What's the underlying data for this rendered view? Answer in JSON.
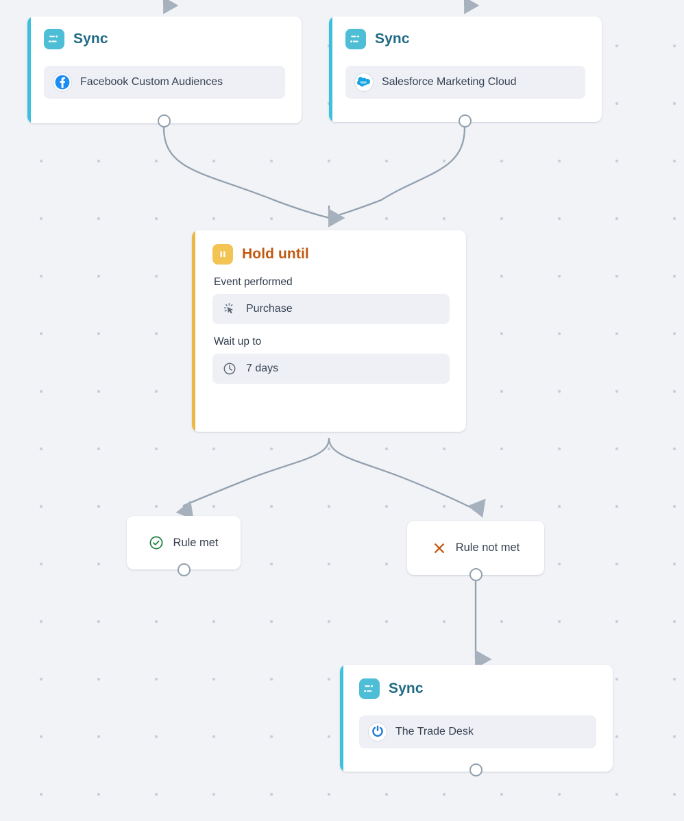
{
  "canvas": {
    "background_color": "#f1f3f7",
    "dot_color": "#c8d0dd",
    "edge_color": "#93a0ae"
  },
  "nodes": [
    {
      "id": "sync-facebook",
      "type": "sync",
      "title": "Sync",
      "accent_color": "#3cc0dd",
      "icon": "sliders-icon",
      "destination": {
        "label": "Facebook Custom Audiences",
        "icon": "facebook-icon"
      }
    },
    {
      "id": "sync-salesforce",
      "type": "sync",
      "title": "Sync",
      "accent_color": "#3cc0dd",
      "icon": "sliders-icon",
      "destination": {
        "label": "Salesforce Marketing Cloud",
        "icon": "salesforce-icon"
      }
    },
    {
      "id": "hold-until",
      "type": "hold",
      "title": "Hold until",
      "accent_color": "#edb748",
      "icon": "pause-icon",
      "fields": [
        {
          "label": "Event performed",
          "value": "Purchase",
          "icon": "click-cursor-icon"
        },
        {
          "label": "Wait up to",
          "value": "7 days",
          "icon": "clock-icon"
        }
      ]
    },
    {
      "id": "sync-tradedesk",
      "type": "sync",
      "title": "Sync",
      "accent_color": "#3cc0dd",
      "icon": "sliders-icon",
      "destination": {
        "label": "The Trade Desk",
        "icon": "trade-desk-icon"
      }
    }
  ],
  "branches": [
    {
      "id": "rule-met",
      "label": "Rule met",
      "icon": "check-circle-icon",
      "icon_color": "#1e7c3f"
    },
    {
      "id": "rule-not-met",
      "label": "Rule not met",
      "icon": "cross-icon",
      "icon_color": "#c2590f"
    }
  ]
}
